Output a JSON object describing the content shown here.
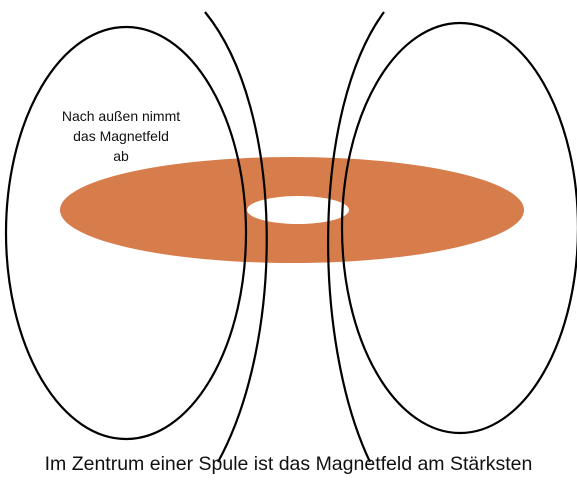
{
  "diagram": {
    "outer_label_lines": [
      "Nach außen nimmt",
      "das Magnetfeld",
      "ab"
    ],
    "caption": "Im Zentrum einer Spule ist das Magnetfeld am Stärksten"
  },
  "colors": {
    "coil": "#d67d4b",
    "field_lines": "#000000",
    "background": "#ffffff"
  }
}
